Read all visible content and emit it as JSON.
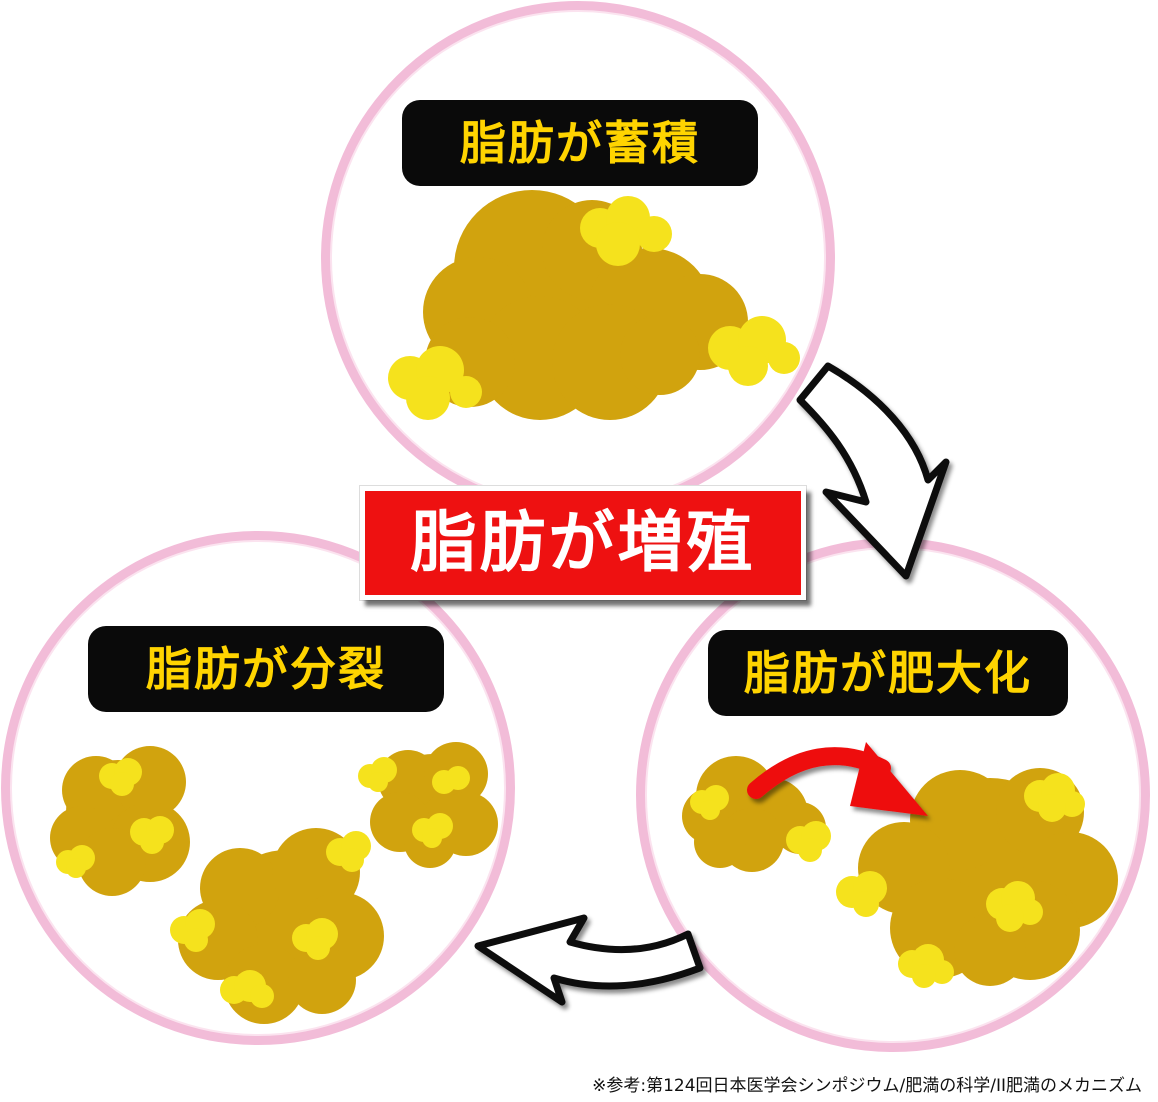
{
  "stages": {
    "top": "脂肪が蓄積",
    "right": "脂肪が肥大化",
    "left": "脂肪が分裂"
  },
  "center_title": "脂肪が増殖",
  "reference": "※参考:第124回日本医学会シンポジウム/肥満の科学/II肥満のメカニズム",
  "colors": {
    "fat_brown": "#d1a30e",
    "fat_yellow": "#f5e21d",
    "circle_pink": "#f2bcd8",
    "label_bg": "#0a0a0a",
    "label_text": "#ffd400",
    "center_bg": "#ee1111",
    "growth_arrow": "#ee1111"
  },
  "icons": {
    "cycle_arrow": "curved-outline-arrow-icon",
    "growth_arrow": "curved-red-arrow-icon"
  }
}
